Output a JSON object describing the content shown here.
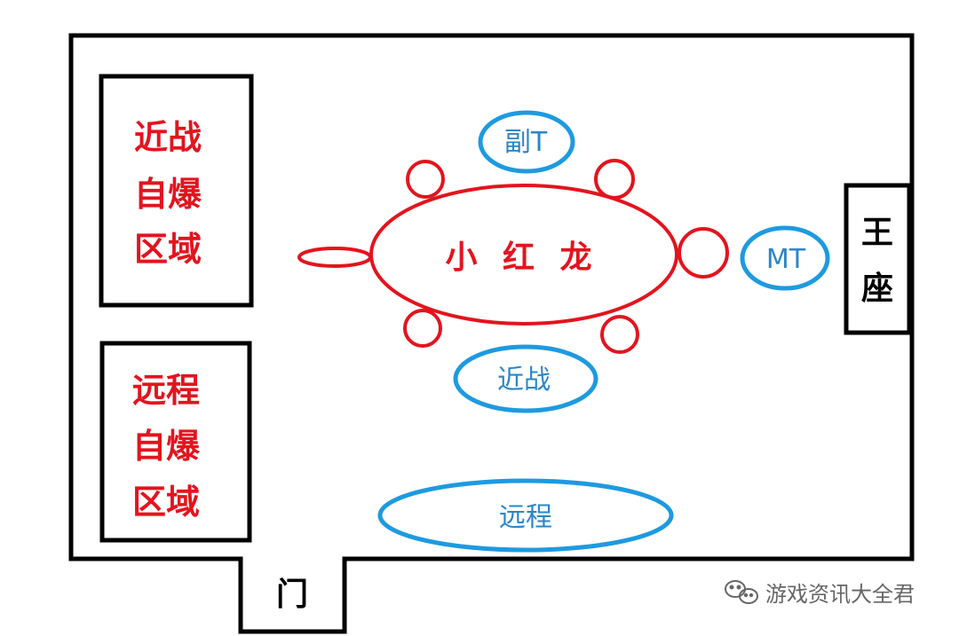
{
  "room": {
    "door_label": "门",
    "throne_label_lines": [
      "王",
      "座"
    ]
  },
  "zones": {
    "melee_zone_lines": [
      "近战",
      "自爆",
      "区域"
    ],
    "ranged_zone_lines": [
      "远程",
      "自爆",
      "区域"
    ]
  },
  "boss": {
    "label": "小 红 龙"
  },
  "positions": {
    "off_tank": "副T",
    "main_tank": "MT",
    "melee": "近战",
    "ranged": "远程"
  },
  "watermark": {
    "text": "游戏资讯大全君"
  },
  "colors": {
    "outline": "#000000",
    "boss_red": "#e3141e",
    "zone_red": "#e3141e",
    "role_blue": "#1e9ae0",
    "role_text_blue": "#2b86c8",
    "watermark_gray": "#666666"
  }
}
